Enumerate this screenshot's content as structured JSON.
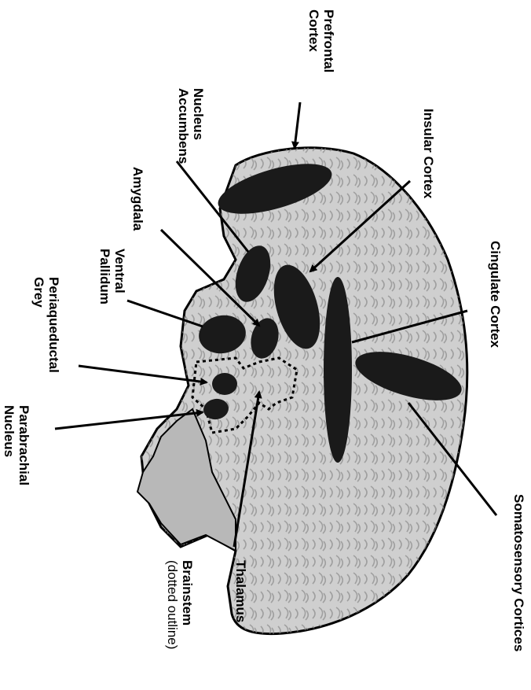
{
  "labels": {
    "prefrontal_1": "Prefrontal",
    "prefrontal_2": "Cortex",
    "nucleus_1": "Nucleus",
    "nucleus_2": "Accumbens",
    "insular": "Insular Cortex",
    "amygdala": "Amygdala",
    "ventral_1": "Ventral",
    "ventral_2": "Pallidum",
    "cingulate": "Cingulate Cortex",
    "periaqueductal_1": "Periaqueductal",
    "periaqueductal_2": "Grey",
    "parabrachial_1": "Parabrachial",
    "parabrachial_2": "Nucleus",
    "somatosensory": "Somatosensory Cortices",
    "thalamus": "Thalamus",
    "brainstem": "Brainstem",
    "brainstem_note": "(dotted outline)"
  },
  "colors": {
    "brain_fill": "#cfcfcf",
    "region_fill": "#1a1a1a",
    "outline": "#000000"
  }
}
